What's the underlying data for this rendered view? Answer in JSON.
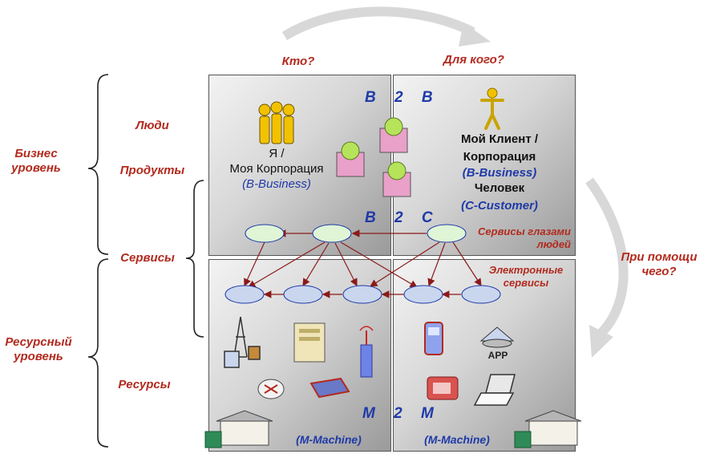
{
  "header": {
    "who": "Кто?",
    "for_whom": "Для кого?"
  },
  "left_labels": {
    "business_level": "Бизнес уровень",
    "people": "Люди",
    "products": "Продукты",
    "services": "Сервисы",
    "resource_level": "Ресурсный уровень",
    "resources": "Ресурсы"
  },
  "right_labels": {
    "by_what": "При помощи чего?"
  },
  "tags": {
    "b2b": "B 2 B",
    "b2c": "B 2 C",
    "m2m": "M 2 M"
  },
  "quadrant_top_left": {
    "line1": "Я /",
    "line2": "Моя Корпорация",
    "line3": "(B-Business)"
  },
  "quadrant_top_right": {
    "line1": "Мой Клиент /",
    "line2": "Корпорация",
    "line3": "(B-Business)",
    "line4": "Человек",
    "line5": "(C-Customer)",
    "services_label": "Сервисы глазами людей"
  },
  "quadrant_bottom": {
    "electronic_services": "Электронные сервисы",
    "machine_left": "(M-Machine)",
    "machine_right": "(M-Machine)",
    "app_label": "APP"
  },
  "icons": [
    "people-group-icon",
    "person-icon",
    "product-box-icon",
    "radio-tower-icon",
    "server-icon",
    "antenna-icon",
    "router-icon",
    "network-switch-icon",
    "mobile-phone-icon",
    "desk-phone-icon",
    "laptop-icon",
    "app-disc-icon",
    "building-icon"
  ],
  "colors": {
    "accent_red": "#b22a1e",
    "accent_blue": "#1f3aa8",
    "node_green": "#dff5d6",
    "node_blue": "#c9d6ee",
    "arrow": "#8b1a1a"
  }
}
